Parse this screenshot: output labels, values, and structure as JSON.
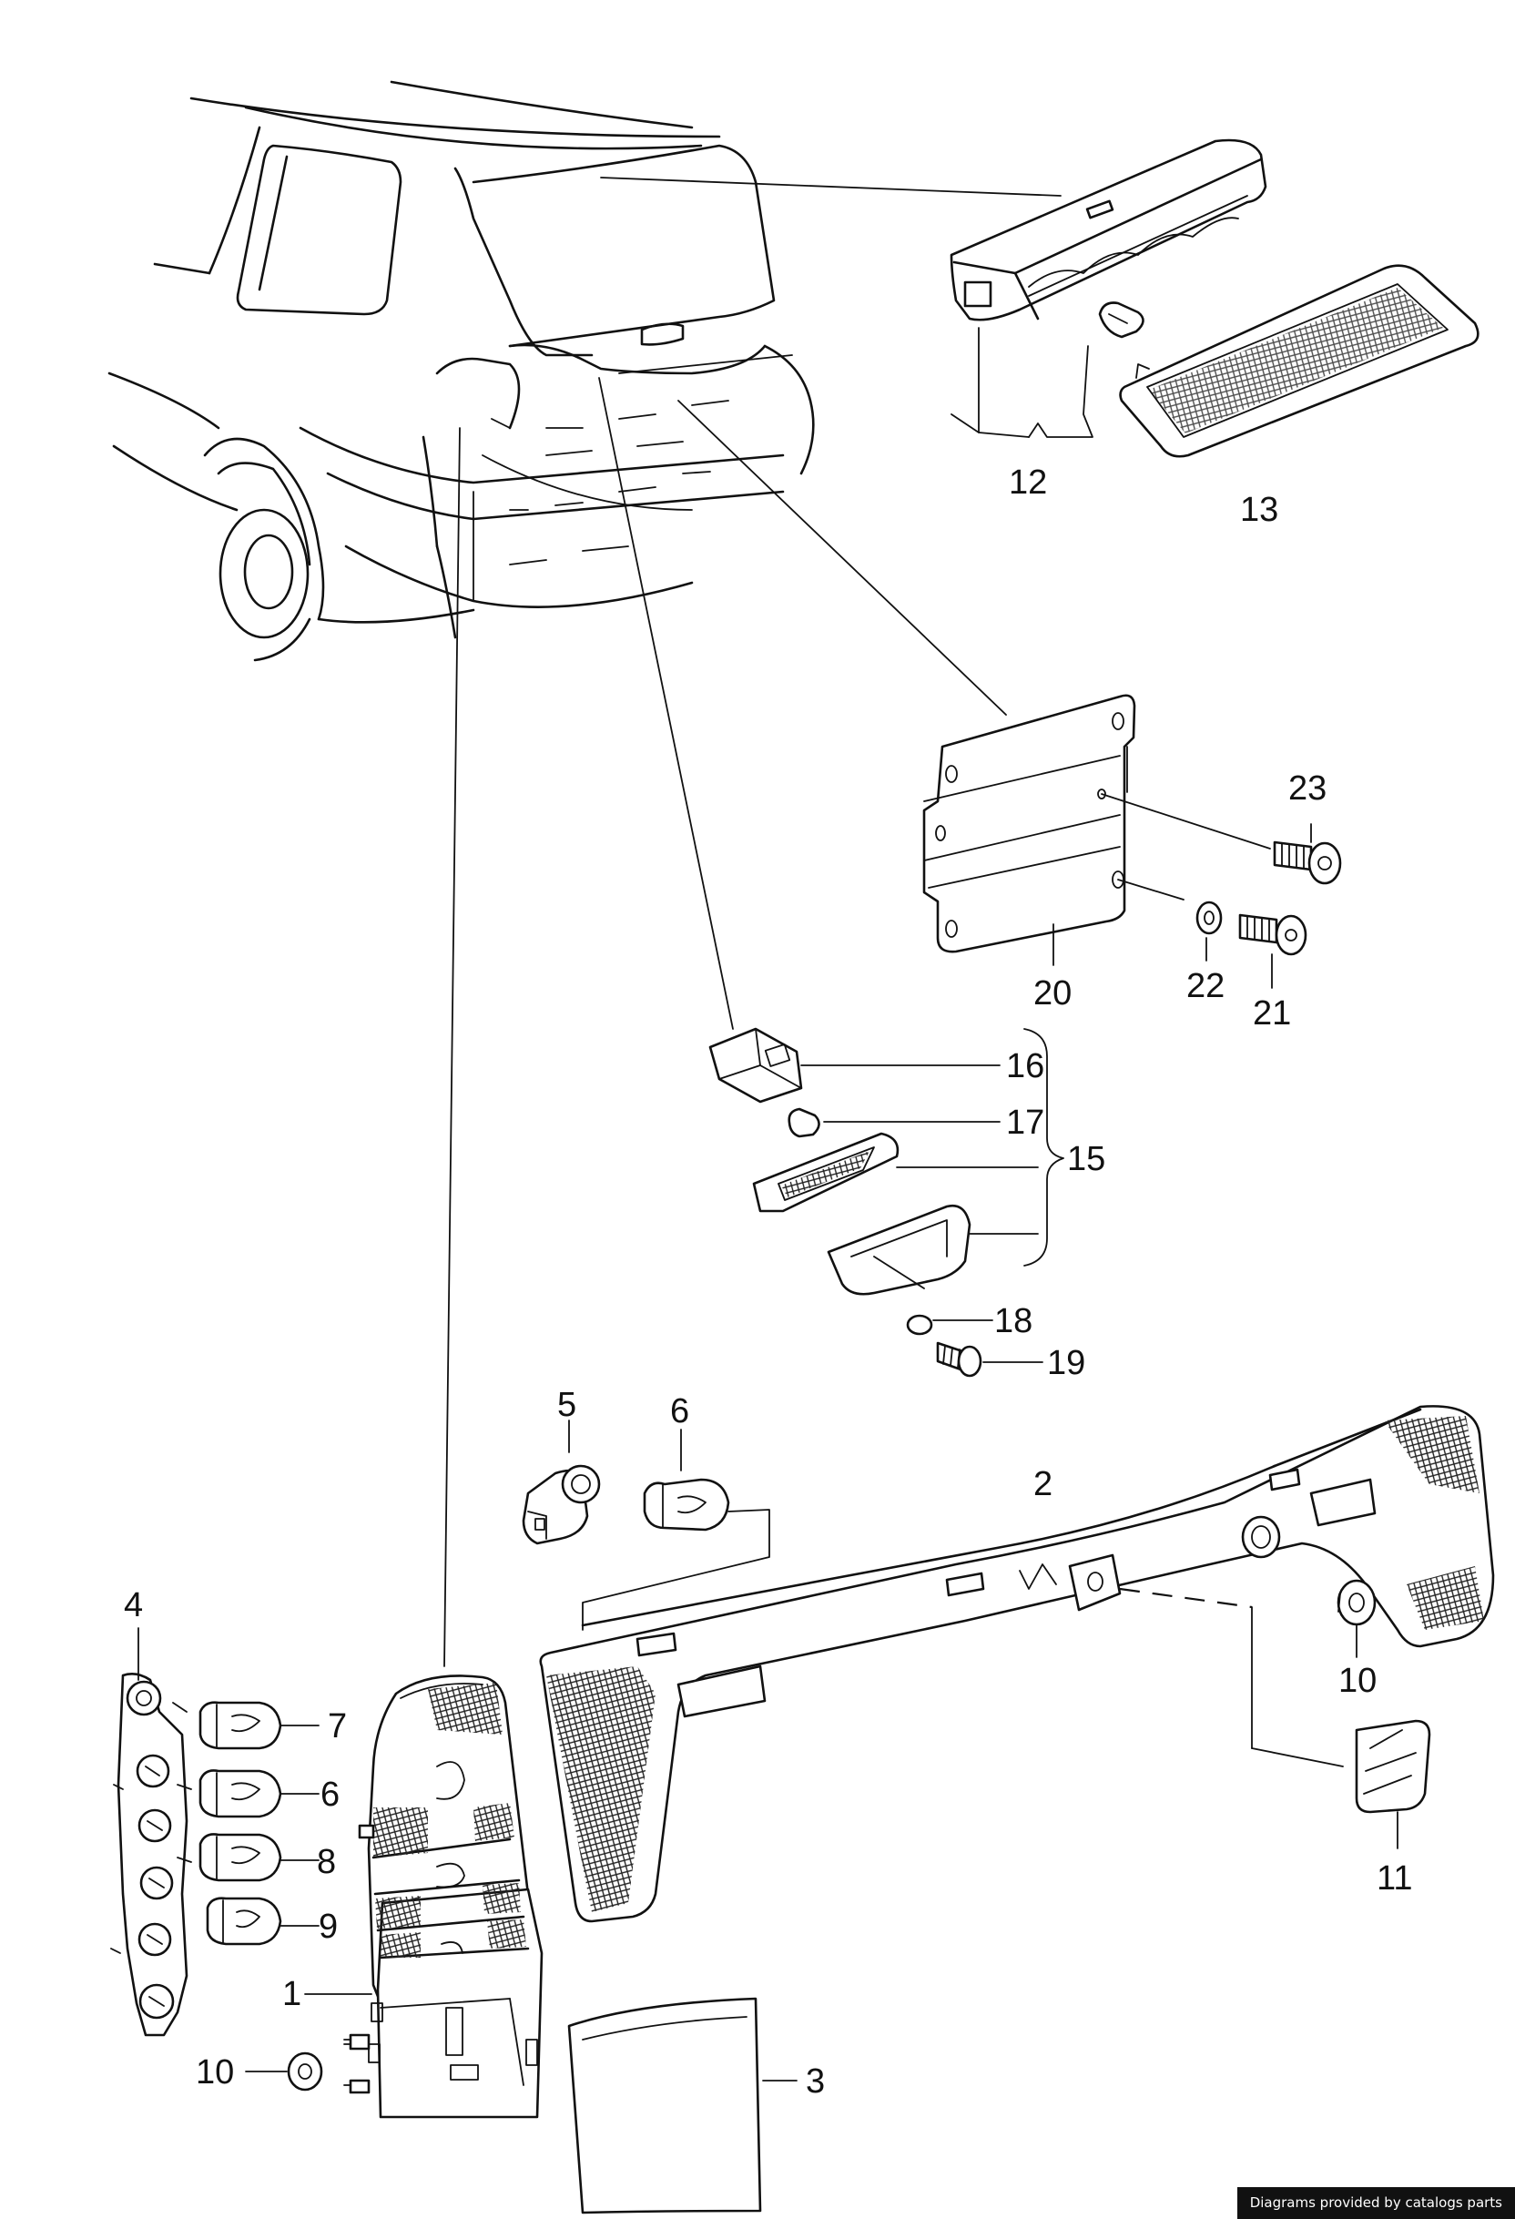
{
  "labels": {
    "l1": "1",
    "l2": "2",
    "l3": "3",
    "l4": "4",
    "l5": "5",
    "l6a": "6",
    "l6b": "6",
    "l7": "7",
    "l8": "8",
    "l9": "9",
    "l10a": "10",
    "l10b": "10",
    "l11": "11",
    "l12": "12",
    "l13": "13",
    "l15": "15",
    "l16": "16",
    "l17": "17",
    "l18": "18",
    "l19": "19",
    "l20": "20",
    "l21": "21",
    "l22": "22",
    "l23": "23"
  },
  "credit": "Diagrams provided by catalogs parts"
}
